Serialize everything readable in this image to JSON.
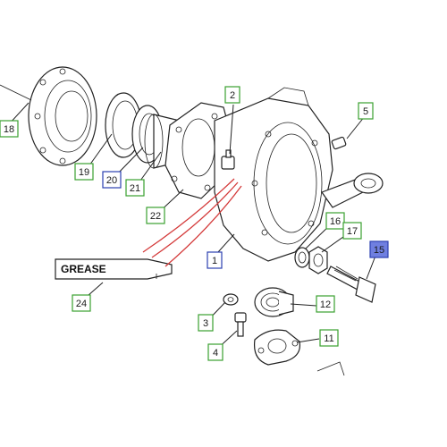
{
  "colors": {
    "callout_green": "#3aa12f",
    "callout_blue": "#2b3fb0",
    "callout_fill": "#ffffff",
    "highlight_fill": "#6f7fe0",
    "grease_line": "#d43a3a"
  },
  "grease_label": "GREASE",
  "callouts": [
    {
      "id": "c2",
      "text": "2",
      "style": "green"
    },
    {
      "id": "c5",
      "text": "5",
      "style": "green"
    },
    {
      "id": "c18",
      "text": "18",
      "style": "green"
    },
    {
      "id": "c19",
      "text": "19",
      "style": "green"
    },
    {
      "id": "c20",
      "text": "20",
      "style": "blue"
    },
    {
      "id": "c21",
      "text": "21",
      "style": "green"
    },
    {
      "id": "c22",
      "text": "22",
      "style": "green"
    },
    {
      "id": "c1",
      "text": "1",
      "style": "blue"
    },
    {
      "id": "c16",
      "text": "16",
      "style": "green"
    },
    {
      "id": "c17",
      "text": "17",
      "style": "green"
    },
    {
      "id": "c15",
      "text": "15",
      "style": "highlight"
    },
    {
      "id": "c24",
      "text": "24",
      "style": "green"
    },
    {
      "id": "c12",
      "text": "12",
      "style": "green"
    },
    {
      "id": "c3",
      "text": "3",
      "style": "green"
    },
    {
      "id": "c4",
      "text": "4",
      "style": "green"
    },
    {
      "id": "c11",
      "text": "11",
      "style": "green"
    }
  ]
}
